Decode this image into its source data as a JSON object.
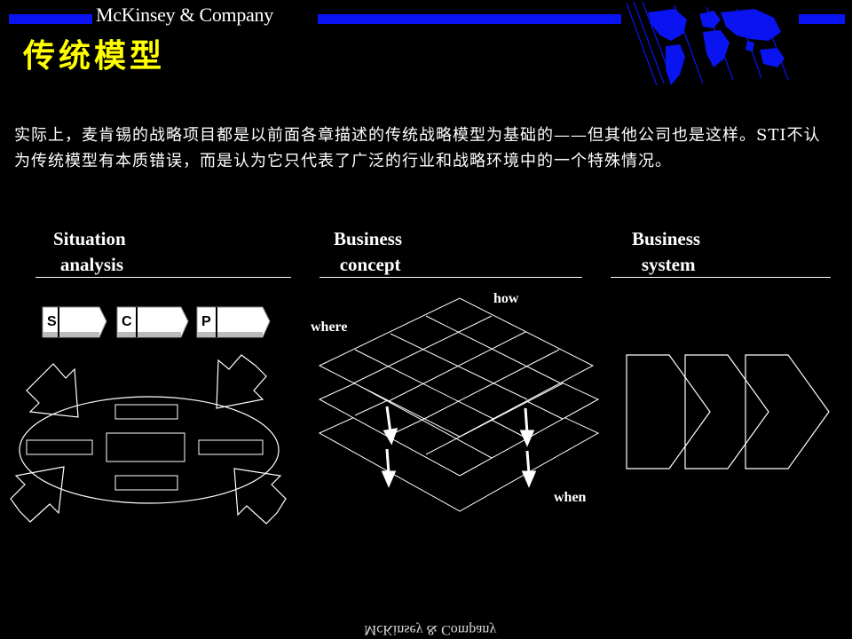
{
  "header": {
    "brand": "McKinsey & Company"
  },
  "slide": {
    "title": "传统模型",
    "body": "实际上，麦肯锡的战略项目都是以前面各章描述的传统战略模型为基础的——但其他公司也是这样。STI不认为传统模型有本质错误，而是认为它只代表了广泛的行业和战略环境中的一个特殊情况。"
  },
  "columns": [
    {
      "heading": "Situation\n analysis"
    },
    {
      "heading": "Business\n concept"
    },
    {
      "heading": "Business\n system"
    }
  ],
  "sca_blocks": [
    "S",
    "C",
    "P"
  ],
  "concept_labels": {
    "how": "how",
    "where": "where",
    "when": "when"
  },
  "footer": {
    "brand": "McKinsey & Company"
  },
  "colors": {
    "background": "#000000",
    "accent_blue": "#0a14f0",
    "title_yellow": "#ffff00",
    "text": "#ffffff"
  }
}
